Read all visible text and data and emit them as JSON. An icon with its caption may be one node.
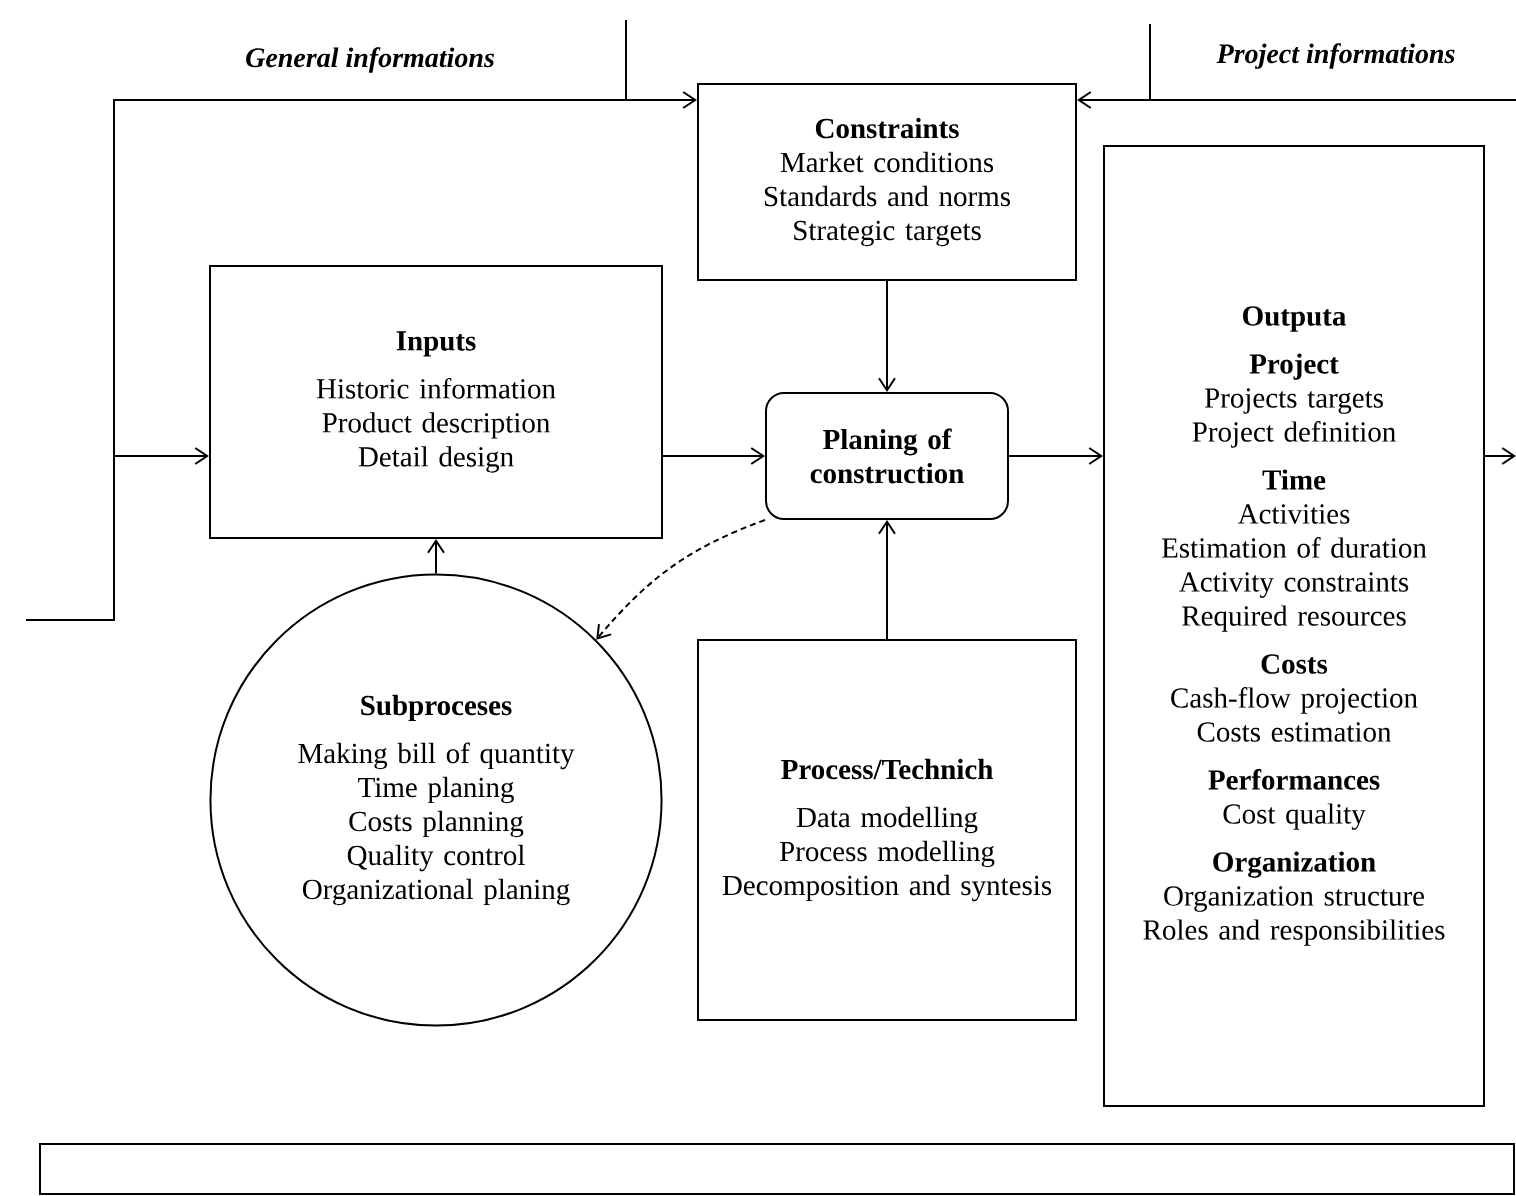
{
  "diagram": {
    "nodes": [
      {
        "text": [
          "Constraints",
          "Market conditions",
          "Standards and norms",
          "Strategic targets"
        ]
      },
      {
        "text": [
          "Outputa",
          "Project",
          "Projects targets",
          "Project definition",
          "Time",
          "Activities",
          "Estimation of duration",
          "Activity constraints",
          "Required resources",
          "Costs",
          "Cash-flow projection",
          "Costs estimation",
          "Performances",
          "Cost quality",
          "Organization",
          "Organization structure",
          "Roles and responsibilities"
        ]
      },
      {
        "text": [
          "Inputs",
          "Historic information",
          "Product description",
          "Detail design"
        ]
      },
      {
        "text": [
          "Planing of construction"
        ]
      },
      {
        "text": [
          "Subproceses",
          "Making bill of quantity",
          "Time planing",
          "Costs planning",
          "Quality control",
          "Organizational planing"
        ]
      },
      {
        "text": [
          "Process/Technich",
          "Data modelling",
          "Process modelling",
          "Decomposition and syntesis"
        ]
      },
      {
        "text": [],
        "shape": "box"
      }
    ],
    "edges": [
      {
        "from": null,
        "to": 0,
        "arrow": "to"
      },
      {
        "from": null,
        "to": 2,
        "arrow": "to"
      },
      {
        "from": null,
        "to": 0,
        "arrow": "to"
      },
      {
        "from": 2,
        "to": 3,
        "arrow": "to"
      },
      {
        "from": 0,
        "to": 3,
        "arrow": "to"
      },
      {
        "from": 5,
        "to": 3,
        "arrow": "to"
      },
      {
        "from": 4,
        "to": 2,
        "arrow": "to"
      },
      {
        "from": 3,
        "to": 4,
        "arrow": "to",
        "style": "dashed"
      },
      {
        "from": 3,
        "to": 1,
        "arrow": "to"
      },
      {
        "from": 1,
        "to": null,
        "arrow": "to"
      }
    ],
    "labels": [
      "General informations",
      "Project informations"
    ]
  }
}
